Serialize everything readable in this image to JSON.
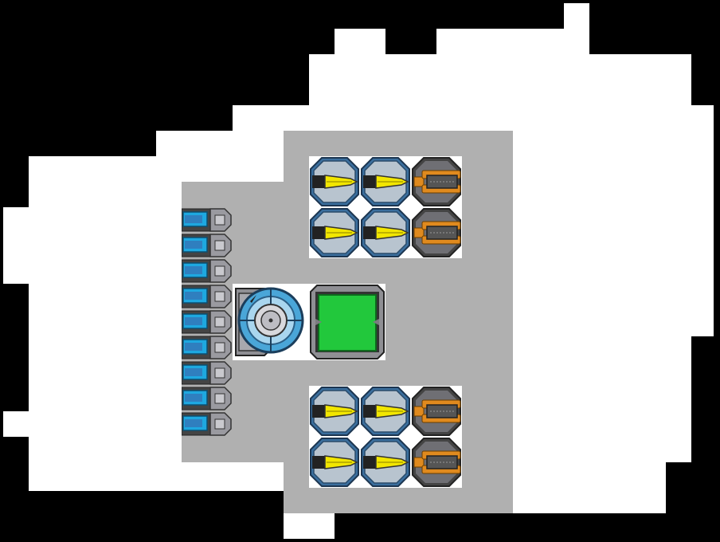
{
  "scene": {
    "name": "ship-builder-view",
    "colors": {
      "background": "#000000",
      "build_area": "#ffffff",
      "hull": "#b0b0b0",
      "hud_panel": "#ffffff",
      "gun_body": "#9a9aa0",
      "gun_trim_blue": "#3b6f9e",
      "gun_barrel_yellow": "#f2e600",
      "launcher_orange": "#e08a1e",
      "launcher_body": "#555555",
      "thruster_cyan": "#1ea8e0",
      "reactor_ring": "#4aa6d8",
      "core_green": "#22c83c"
    }
  },
  "modules": {
    "weapon_groups": [
      {
        "name": "weapon-group-top",
        "rows": [
          [
            "cannon",
            "cannon",
            "launcher"
          ],
          [
            "cannon",
            "cannon",
            "launcher"
          ]
        ]
      },
      {
        "name": "weapon-group-bottom",
        "rows": [
          [
            "cannon",
            "cannon",
            "launcher"
          ],
          [
            "cannon",
            "cannon",
            "launcher"
          ]
        ]
      }
    ],
    "thruster_count": 9,
    "reactor": "reactor-icon",
    "core": "green-core-icon",
    "icons": {
      "cannon": "yellow-laser-cannon-icon",
      "launcher": "orange-missile-launcher-icon",
      "thruster": "blue-thruster-icon"
    }
  }
}
